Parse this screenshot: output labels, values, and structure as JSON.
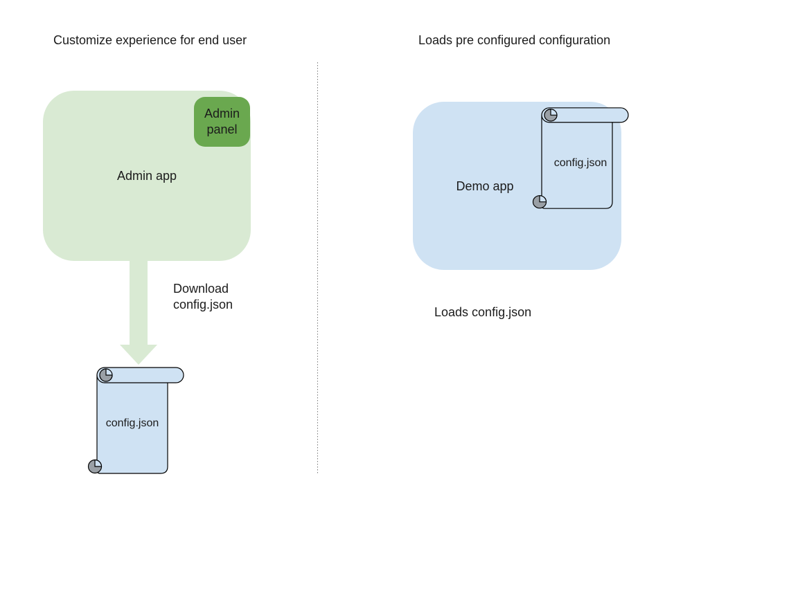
{
  "page": {
    "background": "#ffffff",
    "text_color": "#1b1b1b"
  },
  "divider": {
    "style": "vertical-dotted",
    "color": "#777777"
  },
  "left_section": {
    "title": "Customize experience for end user",
    "admin_app": {
      "label": "Admin app",
      "fill": "#d9ead3"
    },
    "admin_panel": {
      "label": "Admin panel",
      "fill": "#6aa84f"
    },
    "download_arrow": {
      "label": "Download config.json",
      "fill": "#d9ead3",
      "direction": "down"
    },
    "config_scroll": {
      "label": "config.json",
      "fill": "#cfe2f3",
      "curl_fill": "#9aa0a6",
      "stroke": "#000000"
    }
  },
  "right_section": {
    "title": "Loads pre configured configuration",
    "demo_app": {
      "label": "Demo app",
      "fill": "#cfe2f3"
    },
    "config_scroll": {
      "label": "config.json",
      "fill": "#cfe2f3",
      "curl_fill": "#9aa0a6",
      "stroke": "#000000"
    },
    "caption": "Loads config.json"
  }
}
